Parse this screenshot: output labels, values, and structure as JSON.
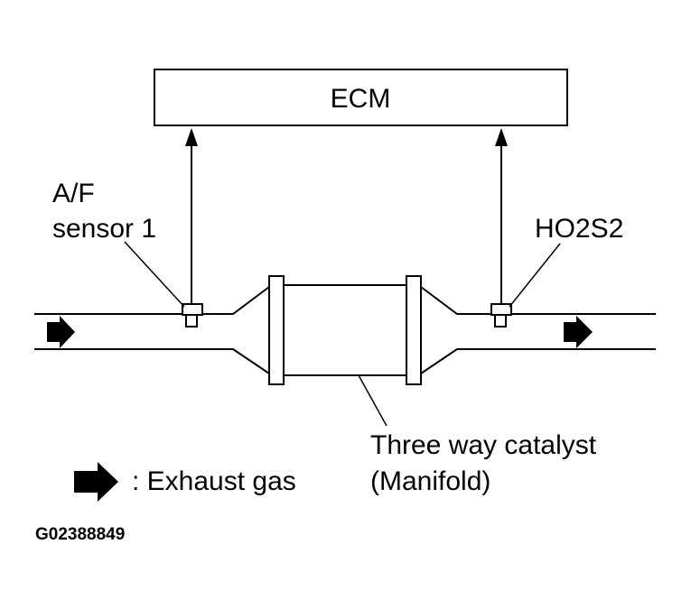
{
  "ecm": {
    "label": "ECM"
  },
  "sensors": {
    "upstream": {
      "line1": "A/F",
      "line2": "sensor 1"
    },
    "downstream": {
      "label": "HO2S2"
    }
  },
  "catalyst": {
    "line1": "Three way catalyst",
    "line2": "(Manifold)"
  },
  "legend": {
    "text": ": Exhaust gas"
  },
  "figure_code": "G02388849"
}
